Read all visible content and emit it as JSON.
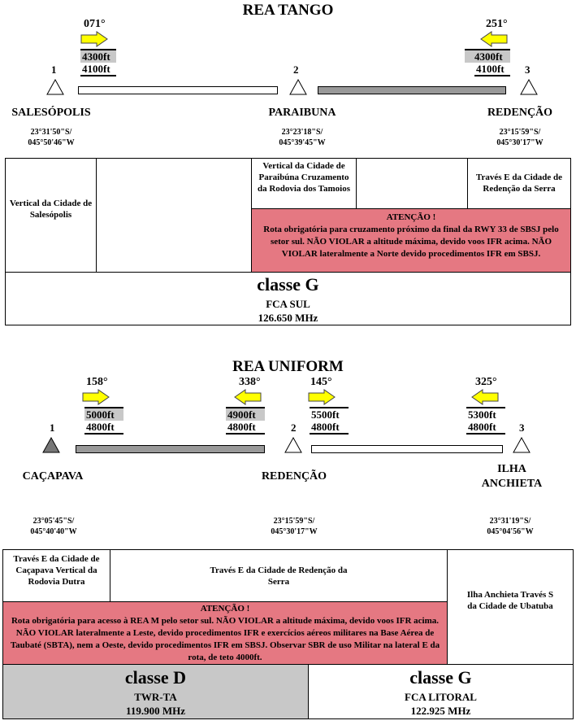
{
  "tango": {
    "title": "REA TANGO",
    "hdg_left": "071°",
    "hdg_right": "251°",
    "left_upper": "4300ft",
    "left_lower": "4100ft",
    "right_upper": "4300ft",
    "right_lower": "4100ft",
    "num1": "1",
    "num2": "2",
    "num3": "3",
    "city1": "SALESÓPOLIS",
    "city2": "PARAIBUNA",
    "city3": "REDENÇÃO",
    "coord1_lat": "23°31'50\"S/",
    "coord1_lon": "045°50'46\"W",
    "coord2_lat": "23°23'18\"S/",
    "coord2_lon": "045°39'45\"W",
    "coord3_lat": "23°15'59\"S/",
    "coord3_lon": "045°30'17\"W",
    "desc1": "Vertical da Cidade de Salesópolis",
    "desc2": "Vertical da Cidade de Paraibúna Cruzamento da Rodovia dos Tamoios",
    "desc3": "Través E da Cidade de Redenção da Serra",
    "warn_title": "ATENÇÃO !",
    "warn_text": "Rota obrigatória para cruzamento próximo da final da RWY 33 de SBSJ pelo setor sul. NÃO VIOLAR a altitude máxima, devido voos IFR acima. NÃO VIOLAR lateralmente a Norte devido procedimentos IFR em SBSJ.",
    "classe": "classe G",
    "unit": "FCA SUL",
    "freq": "126.650 MHz"
  },
  "uniform": {
    "title": "REA UNIFORM",
    "hdg1": "158°",
    "hdg2": "338°",
    "hdg3": "145°",
    "hdg4": "325°",
    "seg1_upper": "5000ft",
    "seg1_lower": "4800ft",
    "seg2_upper": "4900ft",
    "seg2_lower": "4800ft",
    "seg3_upper": "5500ft",
    "seg3_lower": "4800ft",
    "seg4_upper": "5300ft",
    "seg4_lower": "4800ft",
    "num1": "1",
    "num2": "2",
    "num3": "3",
    "city1": "CAÇAPAVA",
    "city2": "REDENÇÃO",
    "city3_line1": "ILHA",
    "city3_line2": "ANCHIETA",
    "coord1_lat": "23°05'45\"S/",
    "coord1_lon": "045°40'40\"W",
    "coord2_lat": "23°15'59\"S/",
    "coord2_lon": "045°30'17\"W",
    "coord3_lat": "23°31'19\"S/",
    "coord3_lon": "045°04'56\"W",
    "desc1": "Través E da Cidade de Caçapava Vertical da Rodovia Dutra",
    "desc2": "Través E da Cidade de Redenção da Serra",
    "desc3": "Ilha Anchieta Través S da Cidade de Ubatuba",
    "warn_title": "ATENÇÃO !",
    "warn_text": "Rota obrigatória para acesso à REA M pelo setor sul. NÃO VIOLAR a altitude máxima, devido voos IFR acima. NÃO VIOLAR lateralmente a Leste, devido procedimentos IFR e exercícios aéreos militares na Base Aérea de Taubaté (SBTA), nem a Oeste, devido procedimentos IFR em SBSJ. Observar SBR de uso Militar na lateral E da rota, de teto 4000ft.",
    "classe_left": "classe D",
    "unit_left": "TWR-TA",
    "freq_left": "119.900 MHz",
    "classe_right": "classe G",
    "unit_right": "FCA LITORAL",
    "freq_right": "122.925 MHz"
  },
  "colors": {
    "arrow_fill": "#ffff00",
    "warning_fill": "#e57882",
    "gray_fill": "#c8c8c8",
    "bar_gray": "#999999"
  }
}
